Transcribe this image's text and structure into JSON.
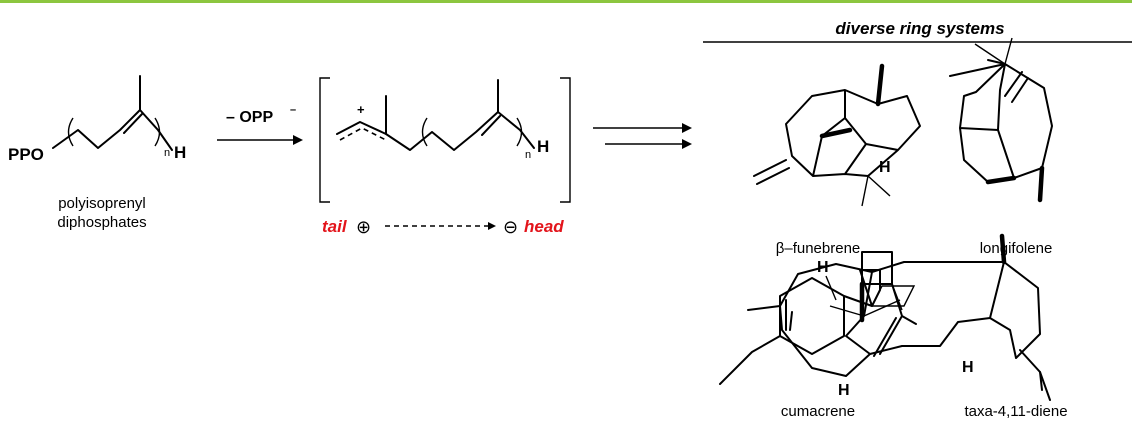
{
  "colors": {
    "accent_line": "#8cc63f",
    "highlight_red": "#e3141b",
    "ink": "#000000"
  },
  "reactant": {
    "prefix": "PPO",
    "terminal": "H",
    "subscript": "n",
    "caption_line1": "polyisoprenyl",
    "caption_line2": "diphosphates"
  },
  "step": {
    "reagent": "– OPP",
    "reagent_charge": "–"
  },
  "intermediate": {
    "charge": "+",
    "terminal": "H",
    "subscript": "n",
    "tail_label": "tail",
    "tail_symbol": "⊕",
    "head_symbol": "⊖",
    "head_label": "head"
  },
  "products": {
    "heading": "diverse ring systems",
    "items": [
      {
        "name": "β–funebrene",
        "atom_label": "H"
      },
      {
        "name": "longifolene"
      },
      {
        "name": "cumacrene",
        "atom_label": "H"
      },
      {
        "name": "taxa-4,11-diene",
        "atom_labels": [
          "H",
          "H"
        ]
      }
    ]
  }
}
